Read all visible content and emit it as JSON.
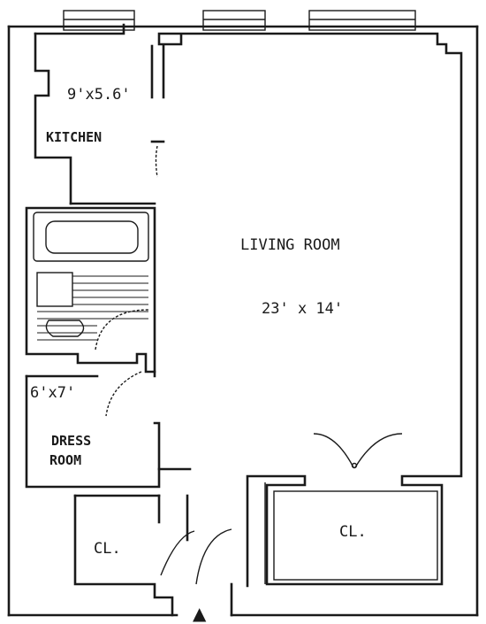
{
  "rooms": {
    "kitchen": {
      "dimensions": "9'x5.6'",
      "name": "KITCHEN"
    },
    "living_room": {
      "name": "LIVING ROOM",
      "dimensions": "23' x 14'"
    },
    "bath": {
      "dimensions": "6'x7'"
    },
    "dress_room": {
      "name_line1": "DRESS",
      "name_line2": "ROOM"
    },
    "closet_left": {
      "name": "CL."
    },
    "closet_right": {
      "name": "CL."
    }
  },
  "entry_marker": "▲",
  "colors": {
    "ink": "#1a1a1a",
    "paper": "#ffffff"
  }
}
